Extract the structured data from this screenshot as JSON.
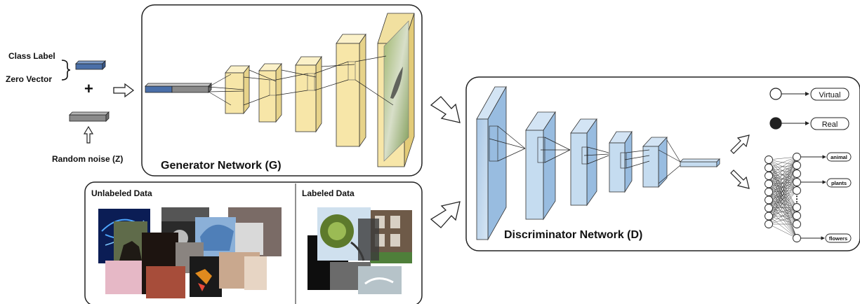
{
  "inputs": {
    "class_label": "Class Label",
    "zero_vector": "Zero Vector",
    "plus": "+",
    "random_noise": "Random noise (Z)"
  },
  "generator": {
    "title": "Generator Network (G)"
  },
  "data_panel": {
    "unlabeled": "Unlabeled Data",
    "labeled": "Labeled Data"
  },
  "discriminator": {
    "title": "Discriminator Network (D)",
    "outputs": {
      "virtual": "Virtual",
      "real": "Real"
    },
    "classes": [
      "animal",
      "plants",
      "flowers"
    ],
    "ellipsis": "⋮"
  },
  "colors": {
    "generator_layer": "#f7e6a8",
    "discriminator_layer": "#c5dcf0",
    "class_vector": "#4a6fa8",
    "noise_vector": "#8a8a8a",
    "real_node": "#222222"
  }
}
